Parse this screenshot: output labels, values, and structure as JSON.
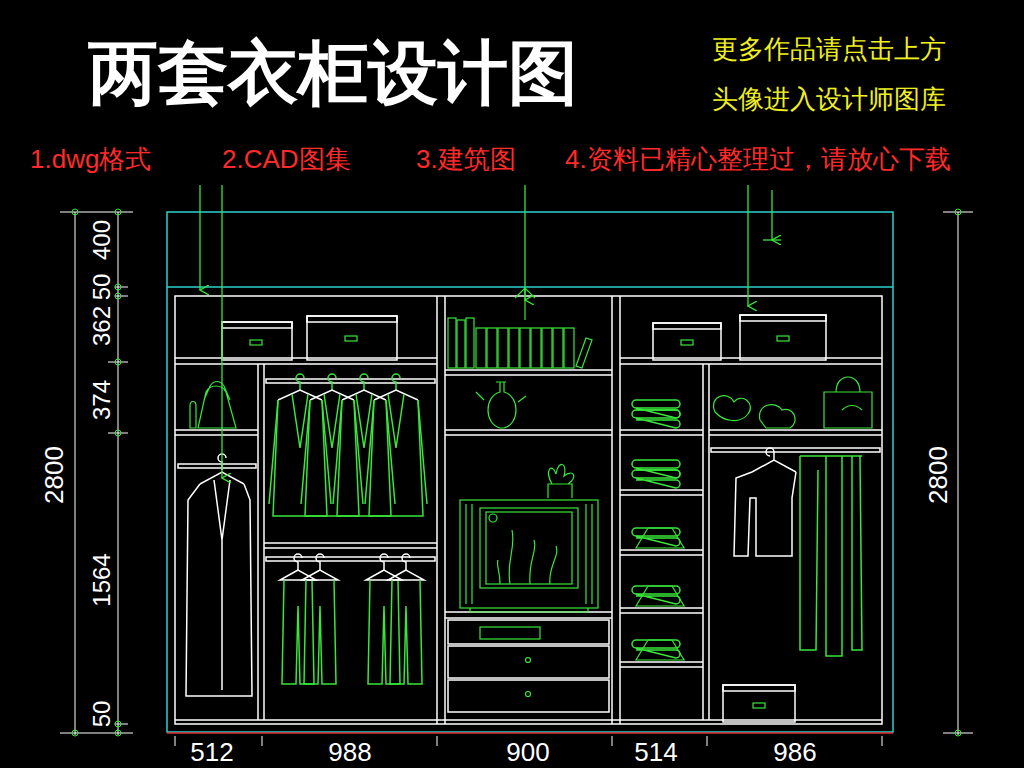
{
  "diagram": {
    "title": "两套衣柜设计图",
    "labels": [
      "更多作品请点击上方",
      "头像进入设计师图库",
      "1.dwg格式",
      "2.CAD图集",
      "3.建筑图",
      "4.资料已精心整理过，请放心下载",
      "400",
      "362",
      "50",
      "374",
      "1564",
      "50",
      "2800",
      "2800",
      "512",
      "988",
      "900",
      "514",
      "986"
    ]
  }
}
